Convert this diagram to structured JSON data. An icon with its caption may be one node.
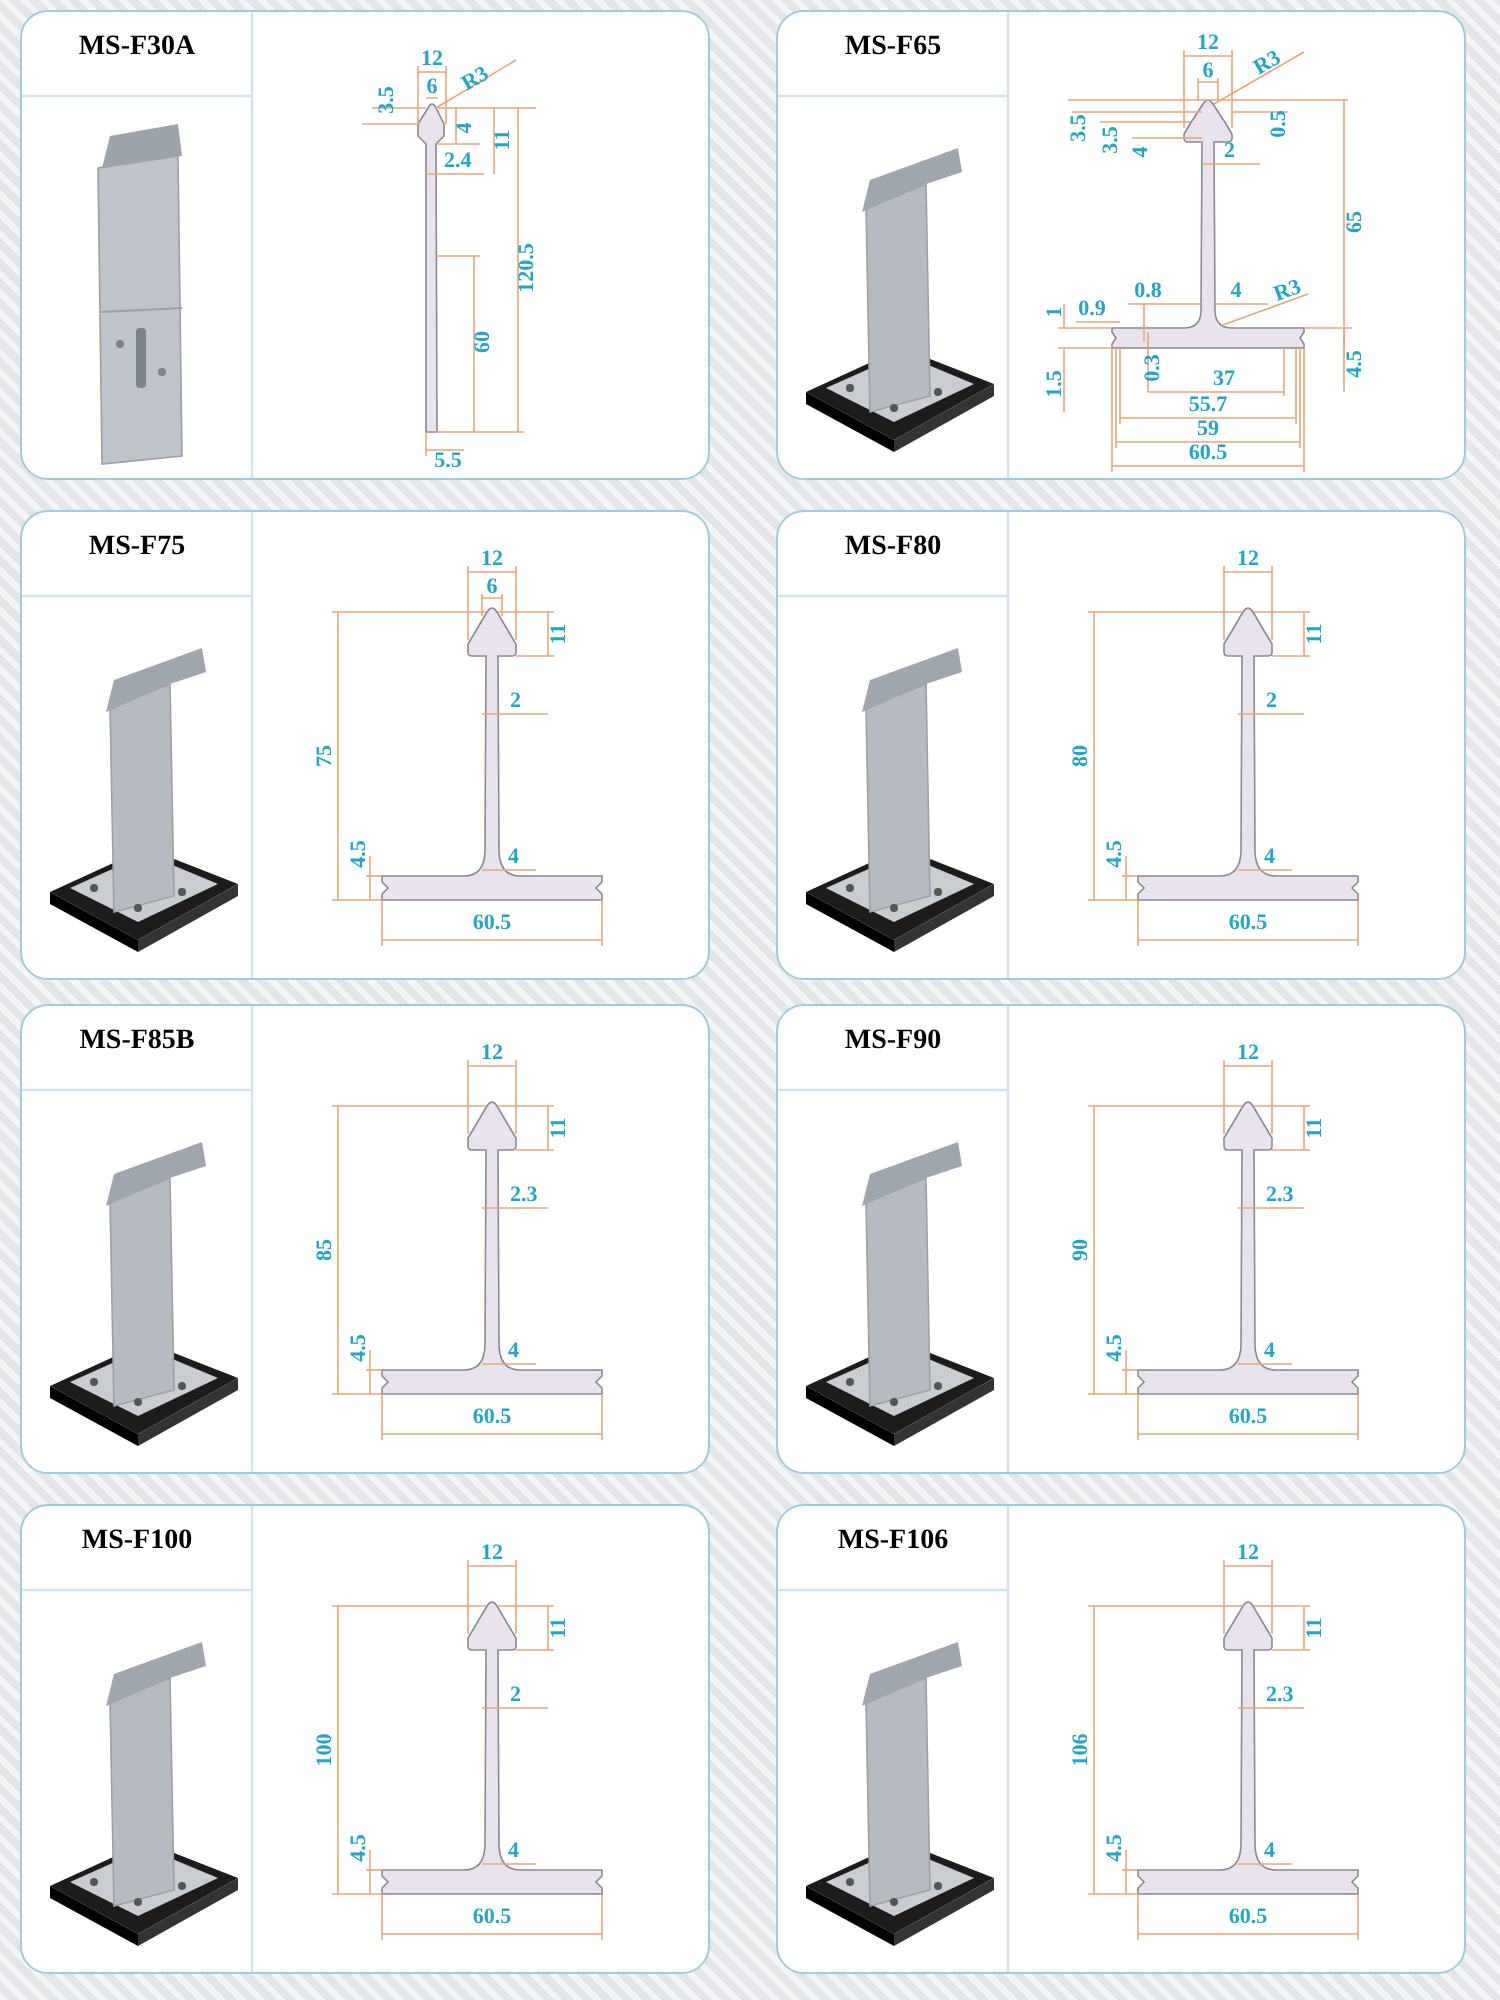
{
  "diagram": {
    "nodes": [
      {
        "text": [
          "MS-F30A"
        ]
      },
      {
        "text": [
          "MS-F65"
        ]
      },
      {
        "text": [
          "MS-F75"
        ]
      },
      {
        "text": [
          "MS-F80"
        ]
      },
      {
        "text": [
          "MS-F85B"
        ]
      },
      {
        "text": [
          "MS-F90"
        ]
      },
      {
        "text": [
          "MS-F100"
        ]
      },
      {
        "text": [
          "MS-F106"
        ]
      }
    ],
    "edges": [],
    "labels": [
      "12",
      "6",
      "3.5",
      "R3",
      "4",
      "2.4",
      "11",
      "120.5",
      "60",
      "5.5",
      "12",
      "6",
      "R3",
      "3.5",
      "3.5",
      "4",
      "2",
      "0.5",
      "65",
      "0.8",
      "4",
      "R3",
      "1",
      "0.9",
      "1.5",
      "0.3",
      "37",
      "4.5",
      "55.7",
      "59",
      "60.5",
      "12",
      "6",
      "11",
      "2",
      "75",
      "4.5",
      "4",
      "60.5",
      "12",
      "11",
      "2",
      "80",
      "4.5",
      "4",
      "60.5",
      "12",
      "11",
      "2.3",
      "85",
      "4.5",
      "4",
      "60.5",
      "12",
      "11",
      "2.3",
      "90",
      "4.5",
      "4",
      "60.5",
      "12",
      "11",
      "2",
      "100",
      "4.5",
      "4",
      "60.5",
      "12",
      "11",
      "2.3",
      "106",
      "4.5",
      "4",
      "60.5"
    ]
  }
}
